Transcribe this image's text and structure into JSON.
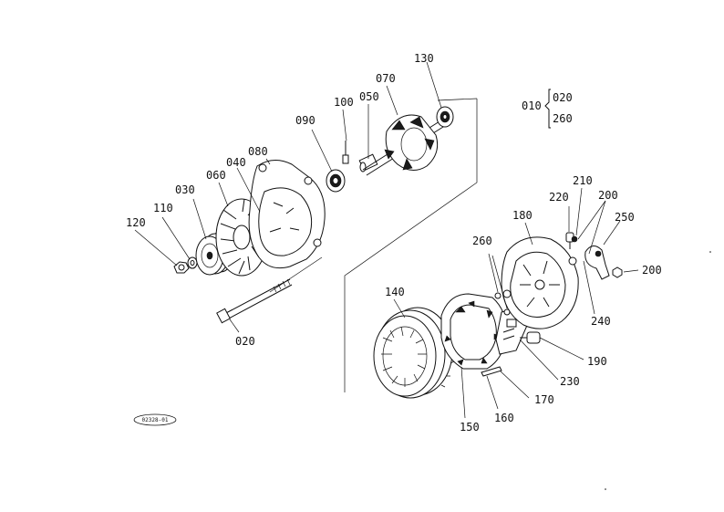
{
  "diagram": {
    "assembly_ref": {
      "main": "010",
      "sub_top": "020",
      "sub_bottom": "260"
    },
    "callouts": [
      {
        "id": "120",
        "label": "120"
      },
      {
        "id": "110",
        "label": "110"
      },
      {
        "id": "030",
        "label": "030"
      },
      {
        "id": "060",
        "label": "060"
      },
      {
        "id": "040",
        "label": "040"
      },
      {
        "id": "080",
        "label": "080"
      },
      {
        "id": "090",
        "label": "090"
      },
      {
        "id": "100",
        "label": "100"
      },
      {
        "id": "050",
        "label": "050"
      },
      {
        "id": "070",
        "label": "070"
      },
      {
        "id": "130",
        "label": "130"
      },
      {
        "id": "020",
        "label": "020"
      },
      {
        "id": "140",
        "label": "140"
      },
      {
        "id": "150",
        "label": "150"
      },
      {
        "id": "160",
        "label": "160"
      },
      {
        "id": "170",
        "label": "170"
      },
      {
        "id": "230",
        "label": "230"
      },
      {
        "id": "190",
        "label": "190"
      },
      {
        "id": "240",
        "label": "240"
      },
      {
        "id": "260",
        "label": "260"
      },
      {
        "id": "180",
        "label": "180"
      },
      {
        "id": "220",
        "label": "220"
      },
      {
        "id": "210",
        "label": "210"
      },
      {
        "id": "200a",
        "label": "200"
      },
      {
        "id": "250",
        "label": "250"
      },
      {
        "id": "200b",
        "label": "200"
      }
    ],
    "drawing_code": "02328-01",
    "colors": {
      "ink": "#111111",
      "paper": "#ffffff"
    }
  }
}
